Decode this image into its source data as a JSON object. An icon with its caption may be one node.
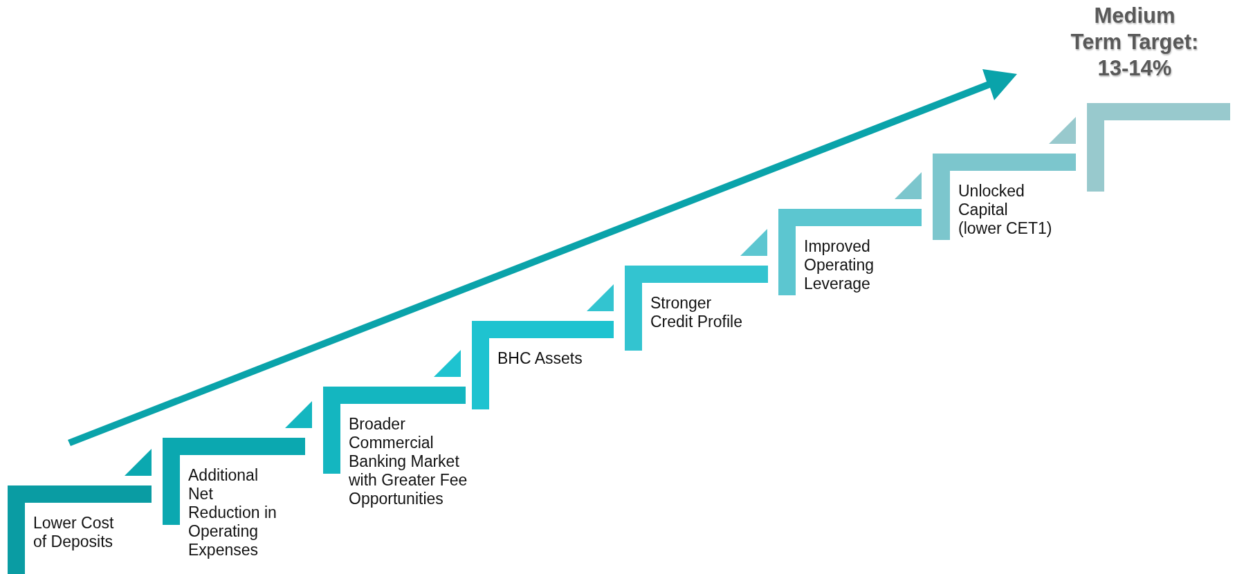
{
  "diagram": {
    "nodes": [
      {
        "text": [
          "Lower Cost of Deposits"
        ]
      },
      {
        "text": [
          "Additional Net Reduction in Operating Expenses"
        ]
      },
      {
        "text": [
          "Broader Commercial Banking Market with Greater Fee Opportunities"
        ]
      },
      {
        "text": [
          "BHC Assets"
        ]
      },
      {
        "text": [
          "Stronger Credit Profile"
        ]
      },
      {
        "text": [
          "Improved Operating Leverage"
        ]
      },
      {
        "text": [
          "Unlocked Capital (lower CET1)"
        ]
      },
      {
        "text": [
          "Medium Term Target: 13-14%"
        ]
      }
    ],
    "edges": [
      {
        "from": 1,
        "to": 0,
        "arrow": "to"
      },
      {
        "from": 2,
        "to": 1,
        "arrow": "to"
      },
      {
        "from": 3,
        "to": 2,
        "arrow": "to"
      },
      {
        "from": 4,
        "to": 3,
        "arrow": "to"
      },
      {
        "from": 5,
        "to": 4,
        "arrow": "to"
      },
      {
        "from": 6,
        "to": 5,
        "arrow": "to"
      },
      {
        "from": 7,
        "to": 6,
        "arrow": "to"
      }
    ]
  }
}
